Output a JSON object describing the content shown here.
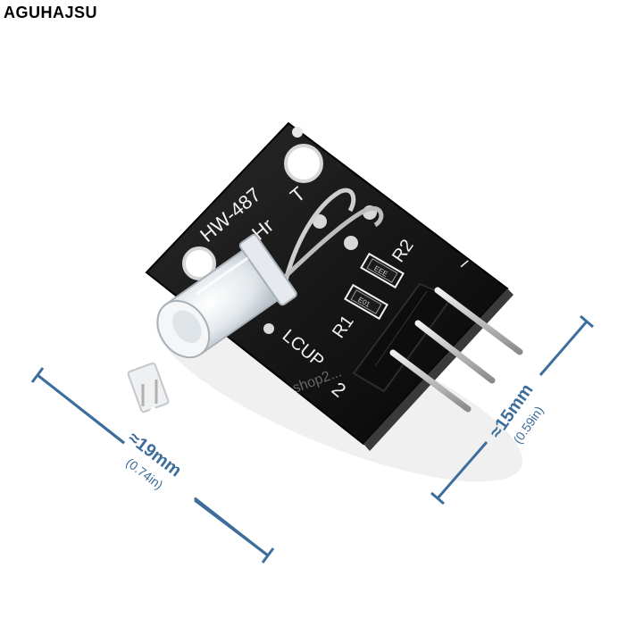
{
  "brand": "AGUHAJSU",
  "board": {
    "model_label": "HW-487",
    "sensor_label": "Hr",
    "tx_label": "T",
    "r1_label": "R1",
    "r2_label": "R2",
    "res1_code": "E01",
    "res2_code": "EEE",
    "pin_label": "LCUP",
    "pin_number": "2",
    "minus_label": "−",
    "watermark": "shop2..."
  },
  "dimensions": {
    "width_main": "≈19mm",
    "width_sub": "(0.74in)",
    "height_main": "≈15mm",
    "height_sub": "(0.59in)"
  },
  "colors": {
    "board": "#141414",
    "silkscreen": "#f2f2f2",
    "pin": "#c8c8c8",
    "dimension_line": "#3d6d9c"
  }
}
